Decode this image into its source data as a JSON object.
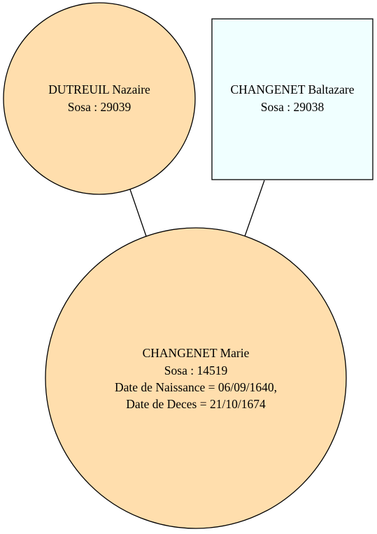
{
  "diagram": {
    "nodes": {
      "mother": {
        "name": "DUTREUIL Nazaire",
        "sosa": "Sosa : 29039",
        "shape": "circle",
        "fill": "#FFDEAD"
      },
      "father": {
        "name": "CHANGENET Baltazare",
        "sosa": "Sosa : 29038",
        "shape": "box",
        "fill": "#F0FFFF"
      },
      "subject": {
        "name": "CHANGENET Marie",
        "sosa": "Sosa : 14519",
        "birth": "Date de Naissance = 06/09/1640,",
        "death": "Date de Deces = 21/10/1674",
        "shape": "circle",
        "fill": "#FFDEAD"
      }
    },
    "edges": [
      {
        "from": "mother",
        "to": "subject"
      },
      {
        "from": "father",
        "to": "subject"
      }
    ],
    "stroke_color": "#000000"
  }
}
